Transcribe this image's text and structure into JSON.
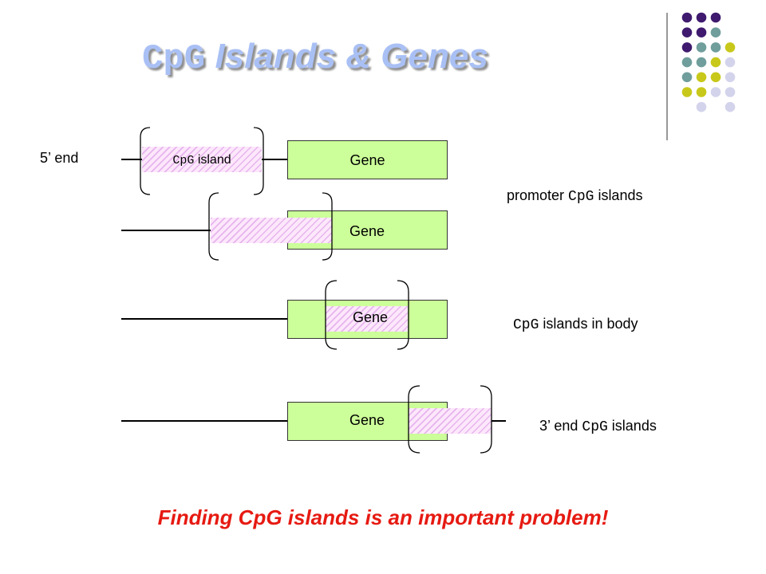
{
  "title": {
    "prefix": "CpG",
    "rest": " Islands & Genes"
  },
  "colors": {
    "gene_fill": "#ccff99",
    "island_fill": "#fde7fb",
    "island_hatch": "#e6b4ee",
    "title": "#a9c0f5",
    "footer": "#e61a12",
    "dot_purple": "#3f1a6e",
    "dot_teal": "#6f9e9c",
    "dot_yellow": "#c8c81a",
    "dot_lavender": "#d3d3ec"
  },
  "diagram": {
    "five_prime_label": "5’ end",
    "gene_label": "Gene",
    "island_label": {
      "mono": "CpG",
      "text": " island"
    },
    "category_promoter": {
      "text": "promoter ",
      "mono": "CpG",
      "suffix": " islands"
    },
    "category_body": {
      "mono": "CpG",
      "suffix": " islands in body"
    },
    "category_3end": {
      "text": "3’ end ",
      "mono": "CpG",
      "suffix": " islands"
    }
  },
  "footer": "Finding CpG islands is an important problem!"
}
